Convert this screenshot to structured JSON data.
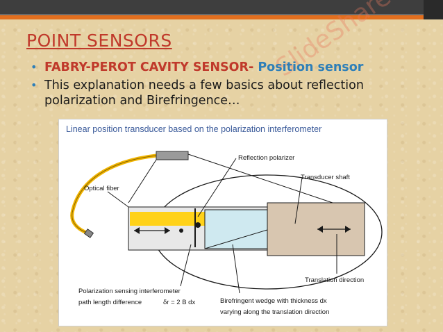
{
  "slide": {
    "watermark": "SlideShare",
    "title": "POINT SENSORS",
    "bullets": [
      {
        "strong": "FABRY-PEROT CAVITY SENSOR-",
        "blue": " Position sensor"
      },
      {
        "text": "This explanation needs a few basics about reflection polarization and Birefringence…"
      }
    ]
  },
  "figure": {
    "caption": "Linear position transducer based on the polarization interferometer",
    "labels": {
      "reflection_polarizer": "Reflection polarizer",
      "transducer_shaft": "Transducer shaft",
      "optical_fiber": "Optical fiber",
      "translation_direction": "Translation direction",
      "pol_line1": "Polarization sensing interferometer",
      "pol_line2": "path length difference",
      "pol_formula": "δr = 2 B dx",
      "bire_line1": "Birefringent wedge with thickness dx",
      "bire_line2": "varying along the translation direction"
    },
    "colors": {
      "caption": "#3a5a9a",
      "fiber": "#f0b400",
      "wedge": "#cfe9f0",
      "shaft": "#d8c6b0",
      "beam": "#ffd21a"
    }
  }
}
